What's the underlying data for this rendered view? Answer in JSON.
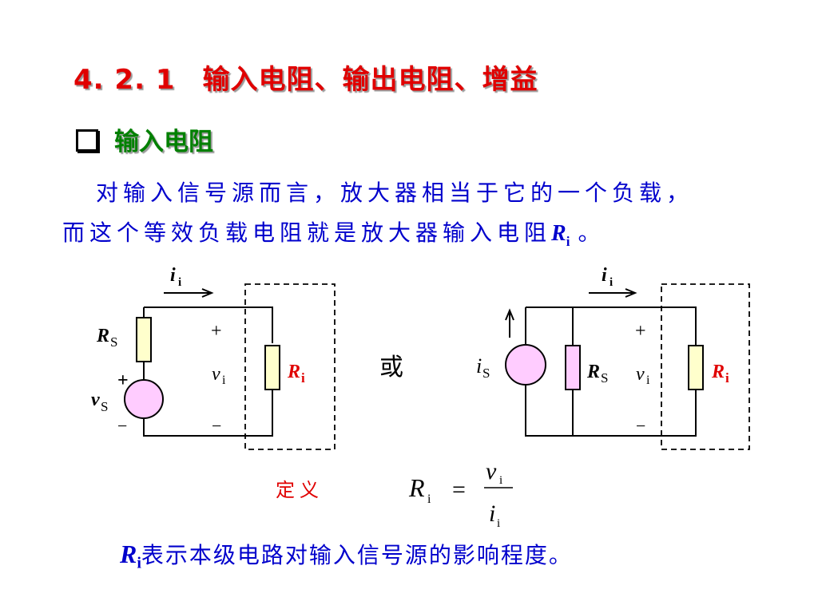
{
  "title": {
    "number": "4. 2. 1",
    "text": "输入电阻、输出电阻、增益"
  },
  "subtitle": "输入电阻",
  "paragraph": {
    "line1": "对输入信号源而言，放大器相当于它的一个负载，",
    "line2": "而这个等效负载电阻就是放大器输入电阻",
    "symbol": "R",
    "symbol_sub": "i",
    "end": "。"
  },
  "circuit_left": {
    "current_label": "i",
    "current_sub": "i",
    "rs_label": "R",
    "rs_sub": "S",
    "source_label": "v",
    "source_sub": "S",
    "plus": "+",
    "minus": "−",
    "vi_label": "v",
    "vi_sub": "i",
    "ri_label": "R",
    "ri_sub": "i"
  },
  "or_text": "或",
  "circuit_right": {
    "current_label": "i",
    "current_sub": "i",
    "is_label": "i",
    "is_sub": "S",
    "rs_label": "R",
    "rs_sub": "S",
    "plus": "+",
    "minus": "−",
    "vi_label": "v",
    "vi_sub": "i",
    "ri_label": "R",
    "ri_sub": "i"
  },
  "definition": {
    "label": "定义",
    "lhs": "R",
    "lhs_sub": "i",
    "equals": "=",
    "numerator": "v",
    "numerator_sub": "i",
    "denominator": "i",
    "denominator_sub": "i"
  },
  "bottom_line": {
    "symbol": "R",
    "symbol_sub": "i",
    "text": "表示本级电路对输入信号源的影响程度。"
  },
  "colors": {
    "title": "#e00000",
    "subtitle": "#008000",
    "body_text": "#0000cc",
    "resistor_fill": "#ffffcc",
    "source_fill": "#ffccff",
    "ri_label": "#e00000"
  }
}
